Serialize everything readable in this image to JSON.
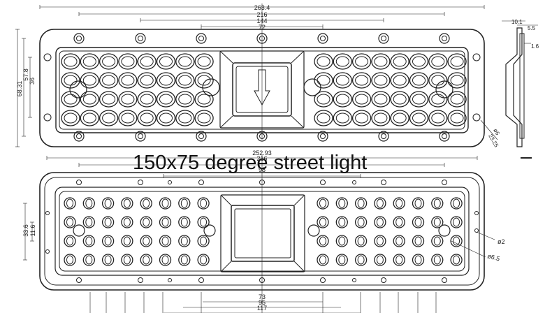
{
  "caption": "150x75 degree street light",
  "top_view": {
    "dims_horizontal": [
      "263.4",
      "216",
      "144",
      "72"
    ],
    "dims_vertical": [
      "68.31",
      "57.8",
      "36"
    ],
    "dims_hole": [
      "ø6",
      "23.25"
    ]
  },
  "side_view": {
    "dims": [
      "10.1",
      "5.5",
      "1.6"
    ]
  },
  "bottom_view": {
    "dims_top": [
      "252.93",
      "216",
      "98"
    ],
    "dims_vertical": [
      "33.6",
      "11.6"
    ],
    "dims_right": [
      "ø2",
      "ø6.5"
    ],
    "dims_bottom": [
      "73",
      "95",
      "117"
    ]
  },
  "colors": {
    "line": "#222222",
    "fill": "#ffffff"
  }
}
